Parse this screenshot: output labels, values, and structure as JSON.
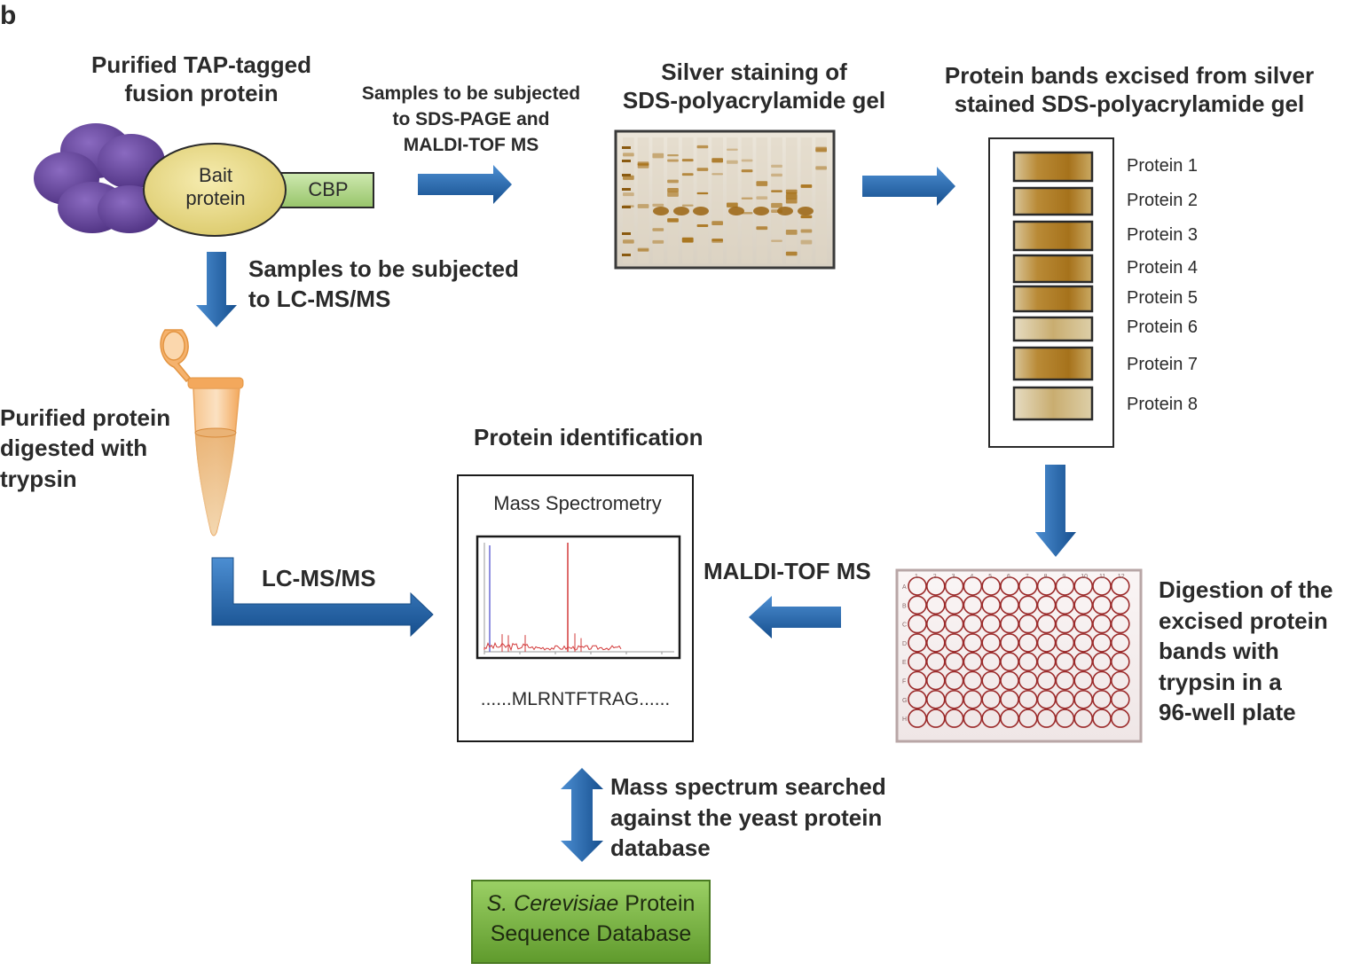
{
  "panel_label": "b",
  "fusion": {
    "title_line1": "Purified TAP-tagged",
    "title_line2": "fusion protein",
    "bait_line1": "Bait",
    "bait_line2": "protein",
    "cbp": "CBP"
  },
  "sds_arrow_label": {
    "line1": "Samples to be subjected",
    "line2": "to SDS-PAGE and",
    "line3": "MALDI-TOF MS"
  },
  "silver_gel": {
    "title_line1": "Silver staining of",
    "title_line2": "SDS-polyacrylamide gel"
  },
  "excised": {
    "title_line1": "Protein bands excised from silver",
    "title_line2": "stained  SDS-polyacrylamide gel",
    "bands": [
      "Protein 1",
      "Protein 2",
      "Protein 3",
      "Protein 4",
      "Protein 5",
      "Protein 6",
      "Protein 7",
      "Protein 8"
    ]
  },
  "lc_arrow_label": {
    "line1": "Samples to be subjected",
    "line2": "to LC-MS/MS"
  },
  "digest_label": {
    "line1": "Purified protein",
    "line2": "digested with",
    "line3": "trypsin"
  },
  "protein_identification": {
    "title": "Protein identification",
    "box_title": "Mass Spectrometry",
    "sequence": "......MLRNTFTRAG......"
  },
  "lcms_label": "LC-MS/MS",
  "maldi_label": "MALDI-TOF MS",
  "plate": {
    "row_labels": [
      "A",
      "B",
      "C",
      "D",
      "E",
      "F",
      "G",
      "H"
    ],
    "col_labels": [
      "1",
      "2",
      "3",
      "4",
      "5",
      "6",
      "7",
      "8",
      "9",
      "10",
      "11",
      "12"
    ]
  },
  "plate_label": {
    "line1": "Digestion of the",
    "line2": "excised protein",
    "line3": "bands with",
    "line4": "trypsin in a",
    "line5": "96-well  plate"
  },
  "search_label": {
    "line1": "Mass spectrum searched",
    "line2": "against the yeast protein",
    "line3": "database"
  },
  "database": {
    "italic": "S. Cerevisiae",
    "rest_line1": " Protein",
    "line2": "Sequence Database"
  },
  "colors": {
    "arrow": "#1f62a8",
    "arrow_dark": "#0f3f74",
    "subunit": "#6a4a9c",
    "bait": "#eadc8a",
    "cbp": "#b5d98f",
    "gel_band": "#a9741d",
    "plate_well": "#9b2a2a",
    "database": "#7fbf44",
    "tube": "#f5a95a"
  }
}
